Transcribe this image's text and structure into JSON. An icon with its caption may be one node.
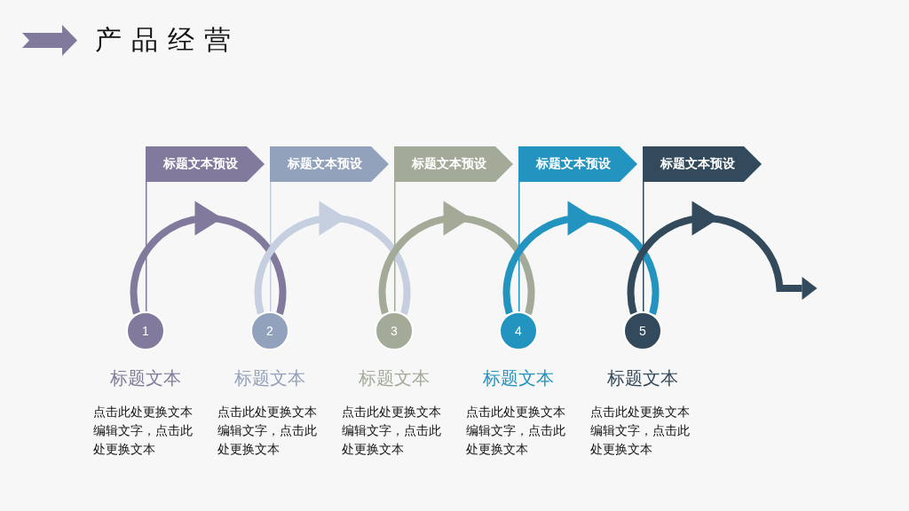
{
  "diagram": {
    "title": "产品经营",
    "nodes": [
      {
        "text": [
          "标题文本预设"
        ]
      },
      {
        "text": [
          "标题文本预设"
        ]
      },
      {
        "text": [
          "标题文本预设"
        ]
      },
      {
        "text": [
          "标题文本预设"
        ]
      },
      {
        "text": [
          "标题文本预设"
        ]
      },
      {
        "text": [
          "1"
        ],
        "beside": [
          "标题文本",
          "点击此处更换文本编辑文字，点击此处更换文本"
        ]
      },
      {
        "text": [
          "2"
        ],
        "beside": [
          "标题文本",
          "点击此处更换文本编辑文字，点击此处更换文本"
        ]
      },
      {
        "text": [
          "3"
        ],
        "beside": [
          "标题文本",
          "点击此处更换文本编辑文字，点击此处更换文本"
        ]
      },
      {
        "text": [
          "4"
        ],
        "beside": [
          "标题文本",
          "点击此处更换文本编辑文字，点击此处更换文本"
        ]
      },
      {
        "text": [
          "5"
        ],
        "beside": [
          "标题文本",
          "点击此处更换文本编辑文字，点击此处更换文本"
        ]
      }
    ],
    "edges": [
      {
        "from": 0,
        "to": 5,
        "arrow": "none",
        "color": "#827a9c"
      },
      {
        "from": 1,
        "to": 6,
        "arrow": "none",
        "color": "#c5cfdf"
      },
      {
        "from": 2,
        "to": 7,
        "arrow": "none",
        "color": "#a3ab98"
      },
      {
        "from": 3,
        "to": 8,
        "arrow": "none",
        "color": "#2294bf"
      },
      {
        "from": 4,
        "to": 9,
        "arrow": "none",
        "color": "#324a5b"
      },
      {
        "from": 5,
        "to": 6,
        "arrow": "to",
        "style": "thick",
        "color": "#827a9c"
      },
      {
        "from": 6,
        "to": 7,
        "arrow": "to",
        "style": "thick",
        "color": "#c5cfdf"
      },
      {
        "from": 7,
        "to": 8,
        "arrow": "to",
        "style": "thick",
        "color": "#a3ab98"
      },
      {
        "from": 8,
        "to": 9,
        "arrow": "to",
        "style": "thick",
        "color": "#2294bf"
      },
      {
        "from": 9,
        "to": null,
        "arrow": "to",
        "style": "thick",
        "color": "#324a5b"
      }
    ]
  }
}
